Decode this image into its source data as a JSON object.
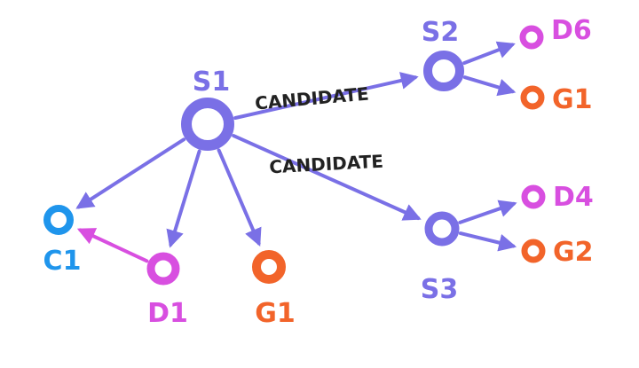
{
  "colors": {
    "state": "#7a70e6",
    "candidate_c": "#1f95ec",
    "defeater": "#d84fe0",
    "goal": "#f2642a",
    "label_text": "#222222"
  },
  "nodes": {
    "s1": {
      "label": "S1",
      "kind": "state"
    },
    "s2": {
      "label": "S2",
      "kind": "state"
    },
    "s3": {
      "label": "S3",
      "kind": "state"
    },
    "c1": {
      "label": "C1",
      "kind": "candidate_c"
    },
    "d1": {
      "label": "D1",
      "kind": "defeater"
    },
    "g1_left": {
      "label": "G1",
      "kind": "goal"
    },
    "d6": {
      "label": "D6",
      "kind": "defeater"
    },
    "g1_right": {
      "label": "G1",
      "kind": "goal"
    },
    "d4": {
      "label": "D4",
      "kind": "defeater"
    },
    "g2": {
      "label": "G2",
      "kind": "goal"
    }
  },
  "edges": [
    {
      "from": "s1",
      "to": "s2",
      "label": "CANDIDATE"
    },
    {
      "from": "s1",
      "to": "s3",
      "label": "CANDIDATE"
    },
    {
      "from": "s1",
      "to": "c1",
      "label": ""
    },
    {
      "from": "s1",
      "to": "d1",
      "label": ""
    },
    {
      "from": "s1",
      "to": "g1_left",
      "label": ""
    },
    {
      "from": "d1",
      "to": "c1",
      "label": ""
    },
    {
      "from": "s2",
      "to": "d6",
      "label": ""
    },
    {
      "from": "s2",
      "to": "g1_right",
      "label": ""
    },
    {
      "from": "s3",
      "to": "d4",
      "label": ""
    },
    {
      "from": "s3",
      "to": "g2",
      "label": ""
    }
  ]
}
